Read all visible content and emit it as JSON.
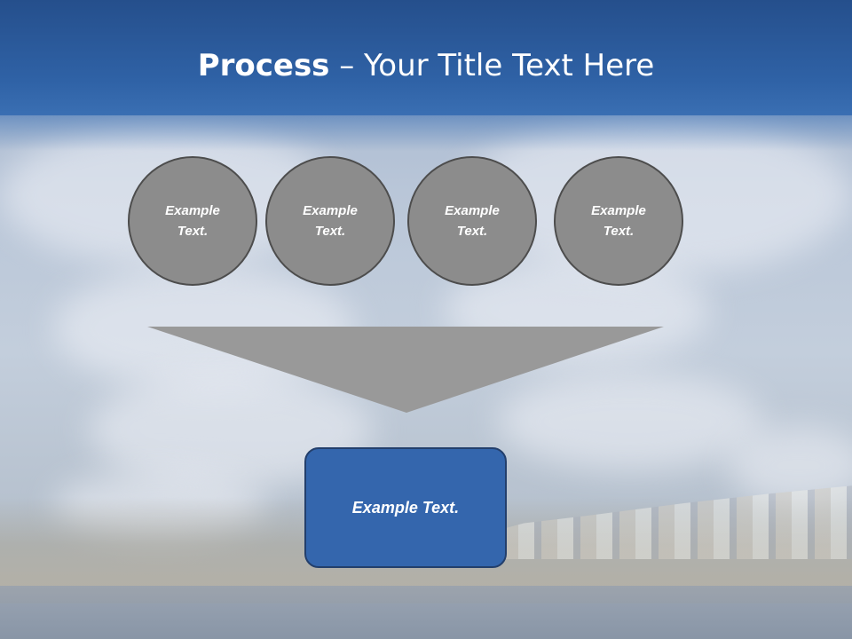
{
  "slide": {
    "title_bold": "Process",
    "title_rest": " – Your Title Text Here",
    "steps": [
      {
        "line1": "Example",
        "line2": "Text."
      },
      {
        "line1": "Example",
        "line2": "Text."
      },
      {
        "line1": "Example",
        "line2": "Text."
      },
      {
        "line1": "Example",
        "line2": "Text."
      }
    ],
    "result_text": "Example Text."
  },
  "colors": {
    "header": "#2f62a6",
    "circle_fill": "#8c8c8c",
    "circle_border": "#4d4d4d",
    "funnel_fill": "#999999",
    "result_fill": "#3466ad",
    "result_border": "#233f6c"
  }
}
